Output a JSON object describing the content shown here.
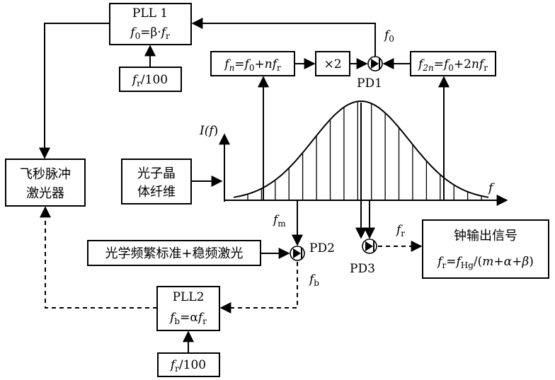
{
  "pll1": {
    "title": "PLL 1",
    "formula": {
      "lhs_f": "f",
      "lhs_sub": "0",
      "eq": "=β·",
      "rhs_f": "f",
      "rhs_sub": "r"
    }
  },
  "pll2": {
    "title": "PLL2",
    "formula": {
      "lhs_f": "f",
      "lhs_sub": "b",
      "eq": "=α",
      "rhs_f": "f",
      "rhs_sub": "r"
    }
  },
  "ref_top": {
    "f": "f",
    "sub": "r",
    "rest": "/100"
  },
  "ref_bottom": {
    "f": "f",
    "sub": "r",
    "rest": "/100"
  },
  "laser": {
    "line1": "飞秒脉冲",
    "line2": "激光器"
  },
  "fiber": {
    "line1": "光子晶",
    "line2": "体纤维"
  },
  "fn_box": {
    "f1": "f",
    "s1": "n",
    "eq": "=",
    "f2": "f",
    "s2": "0",
    "plus": "+",
    "n": "n",
    "f3": "f",
    "s3": "r"
  },
  "f2n_box": {
    "f1": "f",
    "s1": "2n",
    "eq": "=",
    "f2": "f",
    "s2": "0",
    "plus": "+2",
    "n": "n",
    "f3": "f",
    "s3": "r"
  },
  "times2": "×2",
  "pd1": "PD1",
  "pd2": "PD2",
  "pd3": "PD3",
  "f0_label": {
    "f": "f",
    "sub": "0"
  },
  "fm_label": {
    "f": "f",
    "sub": "m"
  },
  "fb_label": {
    "f": "f",
    "sub": "b"
  },
  "fr_label": {
    "f": "f",
    "sub": "r"
  },
  "axis_y": {
    "main": "I(",
    "f": "f",
    "close": ")"
  },
  "axis_x": "f",
  "optical_std": "光学频繁标准+稳频激光",
  "clock": {
    "title": "钟输出信号",
    "f1": "f",
    "s1": "r",
    "eq": "=",
    "f2": "f",
    "s2": "Hg",
    "rest1": "/(",
    "m": "m",
    "plus1": "+",
    "alpha": "α",
    "plus2": "+",
    "beta": "β",
    "rest2": ")"
  },
  "comb": {
    "teeth_count": 18,
    "envelope": "gaussian"
  }
}
